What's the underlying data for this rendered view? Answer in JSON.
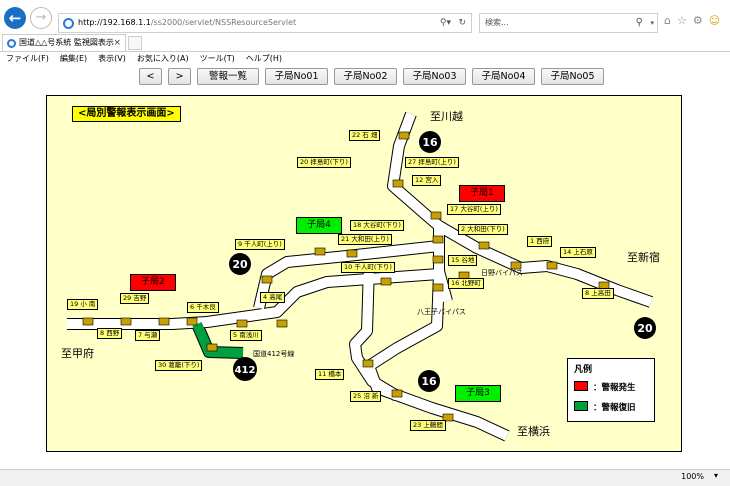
{
  "browser": {
    "url_host": "http://192.168.1.1",
    "url_path": "/ss2000/servlet/NSSResourceServlet",
    "search_placeholder": "検索...",
    "tab_title": "国道△△号系統 監視図表示",
    "zoom": "100%"
  },
  "menu": [
    "ファイル(F)",
    "編集(E)",
    "表示(V)",
    "お気に入り(A)",
    "ツール(T)",
    "ヘルプ(H)"
  ],
  "nav_buttons": [
    {
      "label": "<"
    },
    {
      "label": ">"
    },
    {
      "label": "警報一覧"
    },
    {
      "label": "子局No01"
    },
    {
      "label": "子局No02"
    },
    {
      "label": "子局No03"
    },
    {
      "label": "子局No04"
    },
    {
      "label": "子局No05"
    }
  ],
  "map": {
    "title": "<局別警報表示画面>",
    "directions": {
      "north": "至川越",
      "east": "至新宿",
      "west": "至甲府",
      "south": "至横浜"
    },
    "routes": {
      "r16_top": "16",
      "r20_left": "20",
      "r20_right": "20",
      "r412": "412",
      "r16_bottom": "16"
    },
    "bypasses": {
      "hino": "日野バイパス",
      "hachioji": "八王子バイパス",
      "kokudo412": "国道412号線"
    },
    "bureaus": {
      "b1": "子局1",
      "b2": "子局2",
      "b3": "子局3",
      "b4": "子局4"
    },
    "labels": {
      "l22": "22 石 畑",
      "l20": "20 拝島町(下り)",
      "l27": "27 拝島町(上り)",
      "l12": "12 宮入",
      "l17": "17 大谷町(上り)",
      "l18": "18 大谷町(下り)",
      "l21": "21 大和田(上り)",
      "l2": "2 大和田(下り)",
      "l1": "1 西府",
      "l14": "14 上石原",
      "l9": "9 千人町(上り)",
      "l10": "10 千人町(下り)",
      "l15": "15 谷地",
      "l16": "16 北野町",
      "l8r": "8 上高田",
      "l19": "19 小 南",
      "l29": "29 吉野",
      "l6": "6 千木良",
      "l4": "4 高尾",
      "l8l": "8 西野",
      "l7": "7 与瀬",
      "l5": "5 南浅川",
      "l30": "30 葛籠(下り)",
      "l11": "11 橋本",
      "l25": "25 沼 新",
      "l23": "23 上鶴間"
    },
    "legend": {
      "title": "凡例",
      "alarm": "：警報発生",
      "recovered": "：警報復旧"
    }
  },
  "colors": {
    "alarm": "#ff0000",
    "recovered": "#00a040",
    "panel_bg": "#ffffc8",
    "label_bg": "#ffff7a"
  }
}
